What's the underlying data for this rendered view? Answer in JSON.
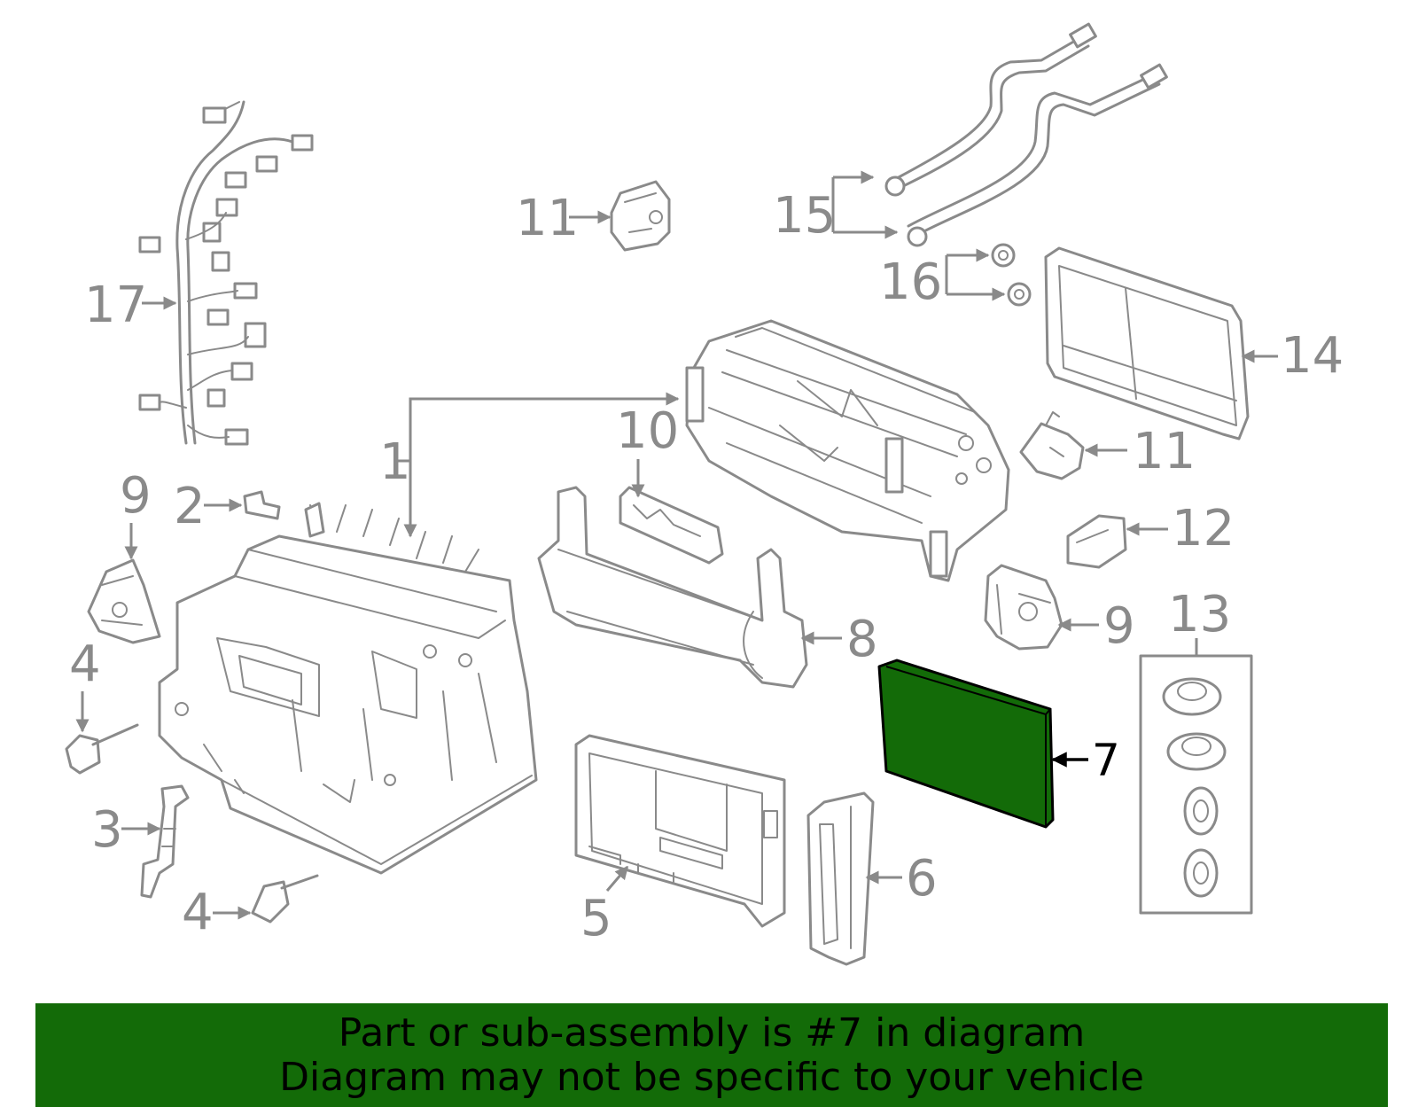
{
  "callouts": {
    "c1": "1",
    "c2": "2",
    "c3": "3",
    "c4a": "4",
    "c4b": "4",
    "c5": "5",
    "c6": "6",
    "c7": "7",
    "c8": "8",
    "c9a": "9",
    "c9b": "9",
    "c10": "10",
    "c11a": "11",
    "c11b": "11",
    "c12": "12",
    "c13": "13",
    "c14": "14",
    "c15": "15",
    "c16": "16",
    "c17": "17"
  },
  "highlight": {
    "part_number": "7",
    "color": "#136b08"
  },
  "colors": {
    "line": "#8a8a8a",
    "banner_bg": "#136b08",
    "banner_text": "#000000"
  },
  "banner": {
    "line1": "Part or sub-assembly is #7 in diagram",
    "line2": "Diagram may not be specific to your vehicle"
  }
}
